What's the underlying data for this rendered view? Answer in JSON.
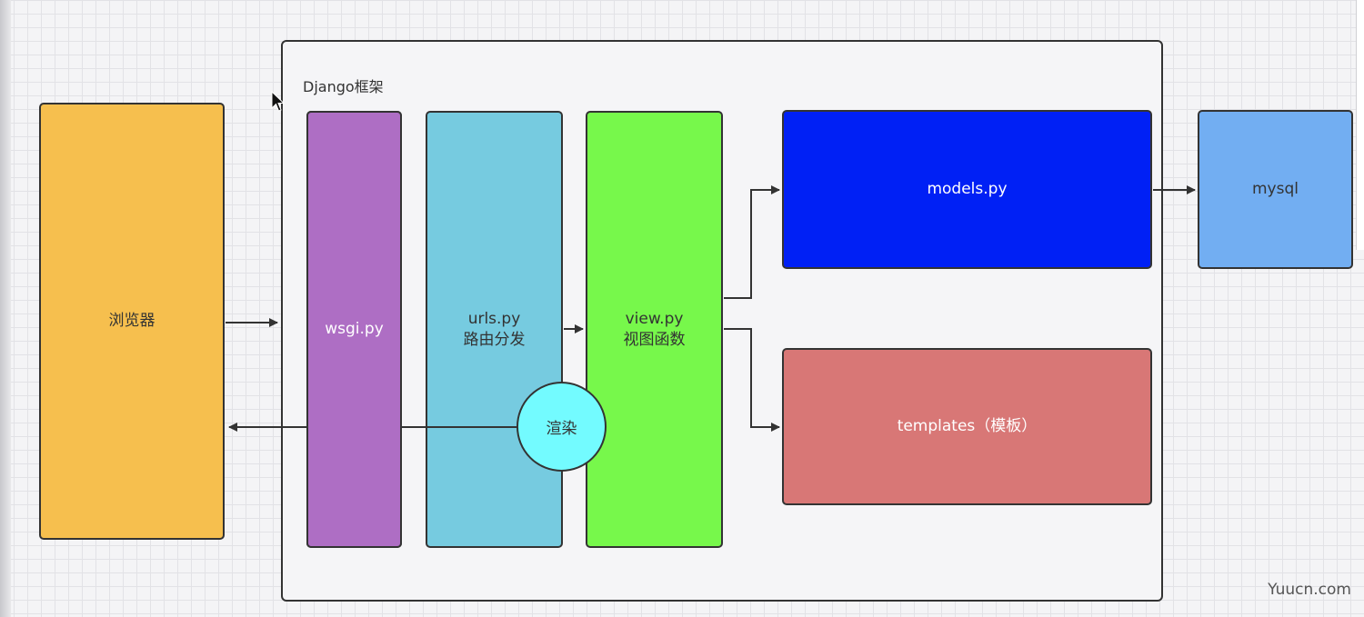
{
  "diagram": {
    "frame_title": "Django框架",
    "nodes": {
      "browser": "浏览器",
      "wsgi": "wsgi.py",
      "urls": "urls.py\n路由分发",
      "view": "view.py\n视图函数",
      "models": "models.py",
      "templates": "templates（模板）",
      "mysql": "mysql",
      "render": "渲染"
    },
    "edges": [
      {
        "from": "browser",
        "to": "wsgi"
      },
      {
        "from": "urls",
        "to": "view"
      },
      {
        "from": "view",
        "to": "models"
      },
      {
        "from": "view",
        "to": "templates"
      },
      {
        "from": "models",
        "to": "mysql"
      },
      {
        "from": "render",
        "to": "browser"
      }
    ]
  },
  "watermark": "Yuucn.com",
  "colors": {
    "browser": "#f6bf4e",
    "wsgi": "#ae6ec4",
    "urls": "#76cbe0",
    "view": "#77f84b",
    "models": "#0020f5",
    "templates": "#d87776",
    "mysql": "#72aef2",
    "render": "#73fbff"
  },
  "icons": {
    "cursor": "mouse-pointer-icon"
  }
}
